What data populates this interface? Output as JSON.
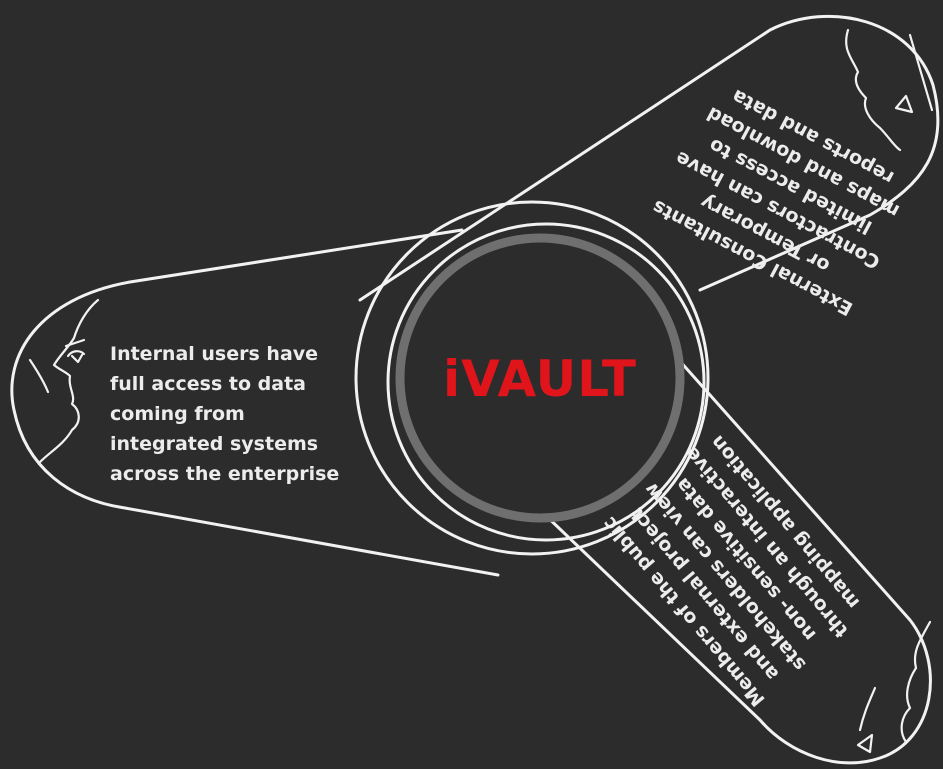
{
  "center": {
    "title": "iVAULT",
    "title_color": "#e0141b",
    "ring_color": "#6f6f6f"
  },
  "lobes": {
    "internal": {
      "lines": [
        "Internal users have",
        "full access to data",
        "coming from",
        "integrated systems",
        "across the enterprise"
      ]
    },
    "consultants": {
      "lines": [
        "External Consultants",
        "or Temporary",
        "Contractors can have",
        "limited access to",
        "maps and download",
        "reports and data"
      ]
    },
    "public": {
      "lines": [
        "Members of the public",
        "and external project",
        "stakeholders can view",
        "non- sensitive data",
        "through an interactive",
        "mapping application"
      ]
    }
  },
  "icons": [
    "head-profile-icon",
    "head-profile-icon",
    "head-profile-icon"
  ],
  "colors": {
    "background": "#2c2c2c",
    "line": "#f2f2f2",
    "text": "#ececec"
  }
}
